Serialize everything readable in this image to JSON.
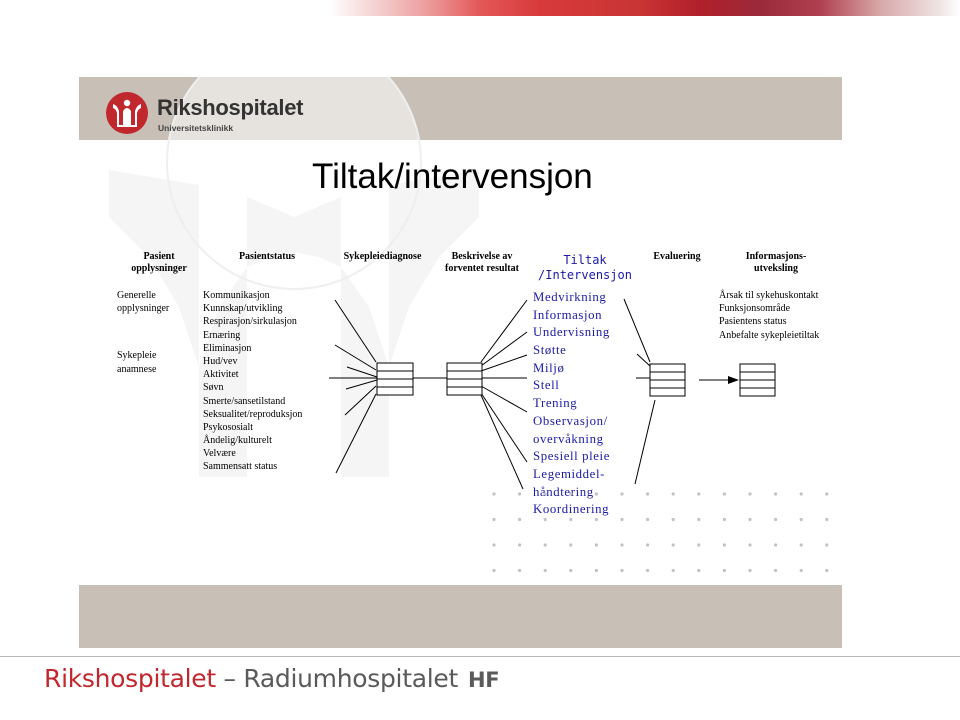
{
  "logo": {
    "name": "Rikshospitalet",
    "subtitle": "Universitetsklinikk"
  },
  "title": "Tiltak/intervensjon",
  "columns": {
    "pasient_opplysninger": {
      "header": [
        "Pasient",
        "opplysninger"
      ],
      "items": [
        "Generelle",
        "opplysninger",
        "Sykepleie",
        "anamnese"
      ]
    },
    "pasientstatus": {
      "header": "Pasientstatus",
      "items": [
        "Kommunikasjon",
        "Kunnskap/utvikling",
        "Respirasjon/sirkulasjon",
        "Ernæring",
        "Eliminasjon",
        "Hud/vev",
        "Aktivitet",
        "Søvn",
        "Smerte/sansetilstand",
        "Seksualitet/reproduksjon",
        "Psykososialt",
        "Åndelig/kulturelt",
        "Velvære",
        "Sammensatt status"
      ]
    },
    "sykepleiediagnose": {
      "header": "Sykepleiediagnose"
    },
    "beskrivelse": {
      "header": [
        "Beskrivelse av",
        "forventet resultat"
      ]
    },
    "tiltak": {
      "header": [
        "Tiltak",
        "/Intervensjon"
      ],
      "items": [
        "Medvirkning",
        "Informasjon",
        "Undervisning",
        "Støtte",
        "Miljø",
        "Stell",
        "Trening",
        "Observasjon/",
        "overvåkning",
        "Spesiell pleie",
        "Legemiddel-",
        "håndtering",
        "Koordinering"
      ]
    },
    "evaluering": {
      "header": "Evaluering"
    },
    "informasjon": {
      "header": [
        "Informasjons-",
        "utveksling"
      ],
      "items": [
        "Årsak til sykehuskontakt",
        "Funksjonsområde",
        "Pasientens status",
        "Anbefalte sykepleietiltak"
      ]
    }
  },
  "footer": {
    "part1": "Rikshospitalet",
    "sep": " – ",
    "part2": "Radiumhospitalet",
    "hf": "HF"
  },
  "colors": {
    "brand_red": "#c0282e",
    "band_gray": "#c8bfb7",
    "tiltak_blue": "#1a1aa8"
  }
}
